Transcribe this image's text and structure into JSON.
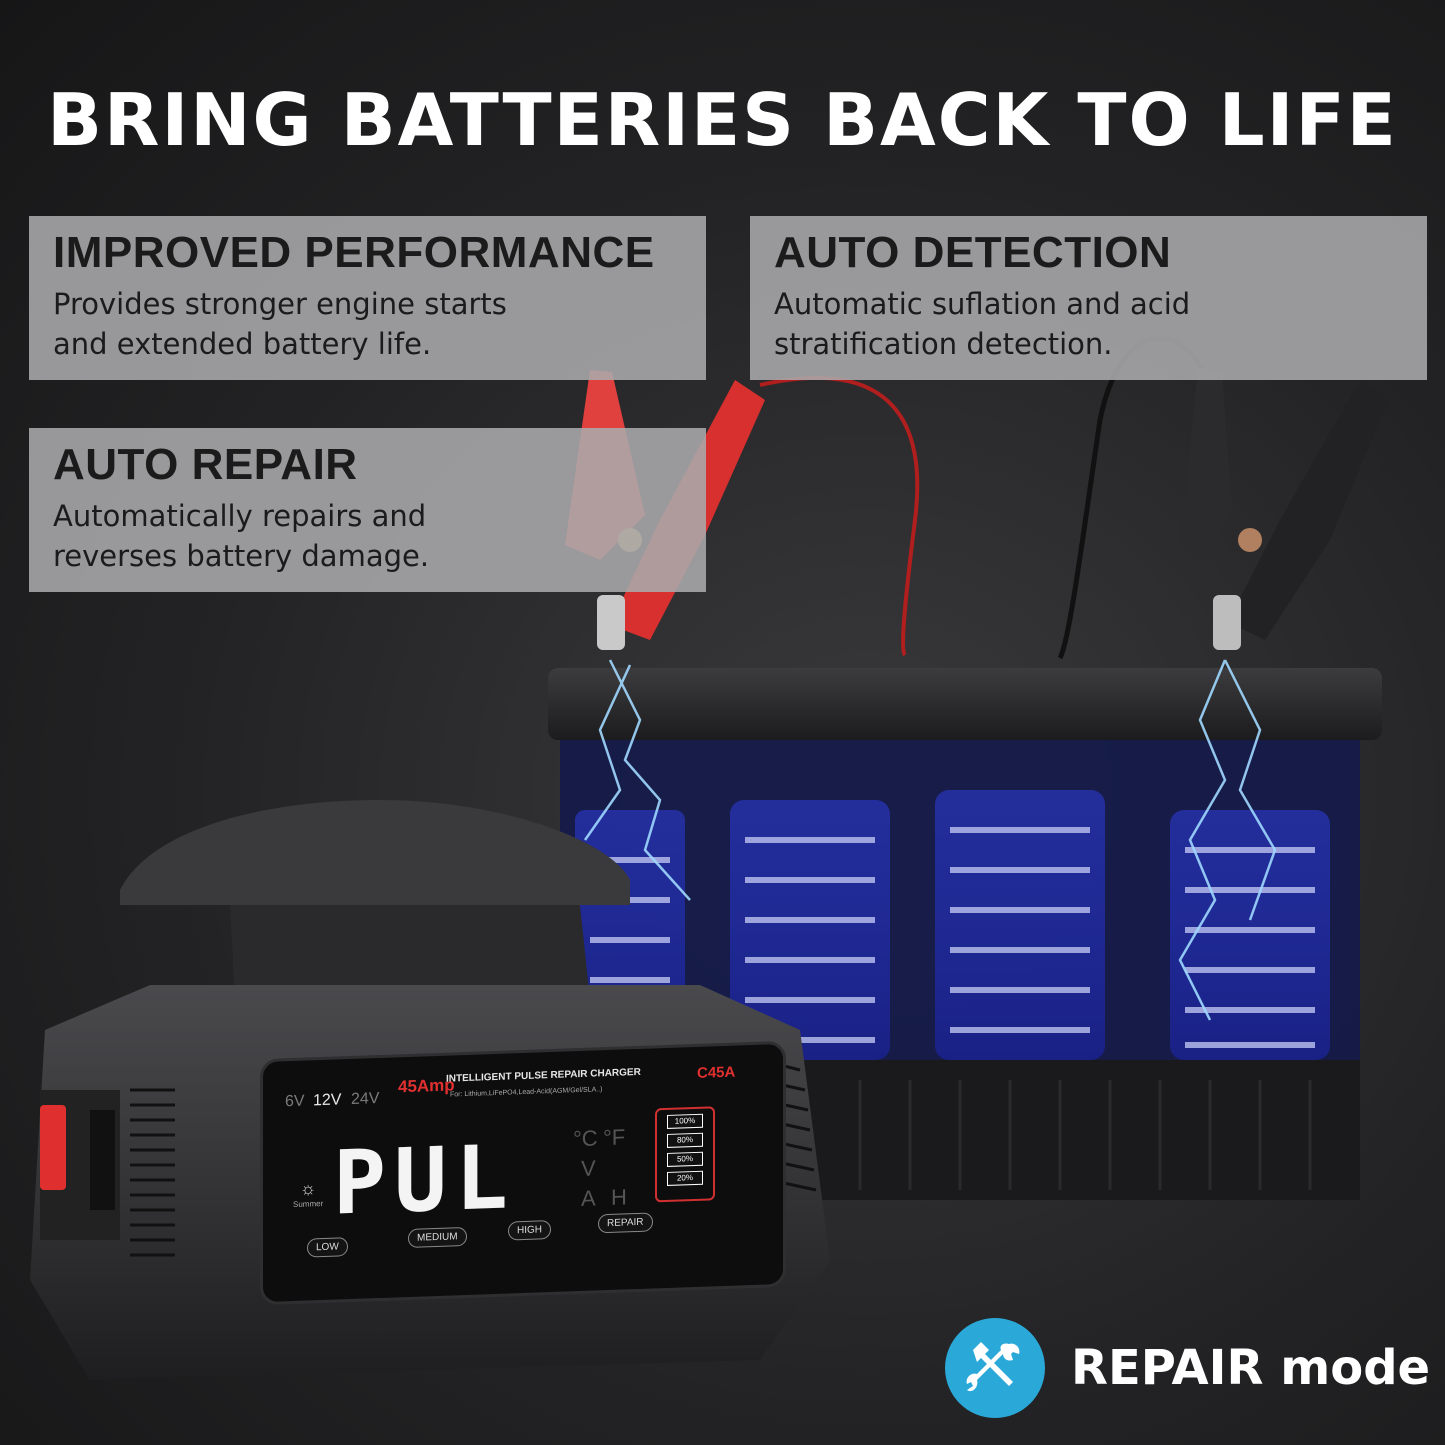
{
  "headline": "BRING BATTERIES BACK TO LIFE",
  "features": [
    {
      "title": "IMPROVED PERFORMANCE",
      "text": "Provides stronger engine starts\nand extended battery life."
    },
    {
      "title": "AUTO DETECTION",
      "text": "Automatic suflation and acid\nstratification detection."
    },
    {
      "title": "AUTO REPAIR",
      "text": "Automatically repairs and\nreverses battery damage."
    }
  ],
  "charger": {
    "voltages": [
      "6V",
      "12V",
      "24V"
    ],
    "amperage": "45Amp",
    "panel_title": "INTELLIGENT PULSE REPAIR CHARGER",
    "panel_subtitle": "For: Lithium,LiFePO4,Lead-Acid(AGM/Gel/SLA..)",
    "model": "C45A",
    "display": "PUL",
    "units": [
      "°C",
      "°F",
      "V",
      "A",
      "H"
    ],
    "battery_levels": [
      "100%",
      "80%",
      "50%",
      "20%"
    ],
    "season": "Summer",
    "mode_buttons": [
      "LOW",
      "MEDIUM",
      "HIGH",
      "REPAIR"
    ]
  },
  "badge": {
    "label": "REPAIR mode",
    "icon": "wrench-screwdriver-icon",
    "color": "#2aa9d9"
  }
}
